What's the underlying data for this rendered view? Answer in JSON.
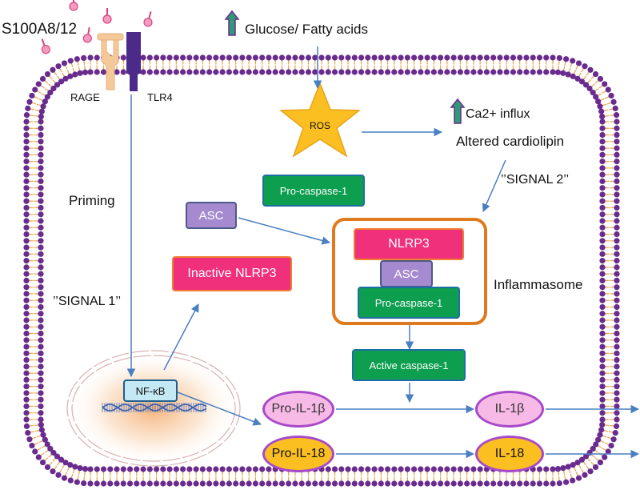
{
  "ligand": "S100A8/12",
  "receptors": {
    "rage": "RAGE",
    "tlr4": "TLR4"
  },
  "metabolic": {
    "glucose_label": "Glucose/ Fatty acids",
    "ca_label": "Ca2+ influx",
    "cardiolipin": "Altered cardiolipin"
  },
  "ros": "ROS",
  "signals": {
    "priming": "Priming",
    "signal1": "’’SIGNAL 1’’",
    "signal2": "’’SIGNAL 2’’"
  },
  "proteins": {
    "pro_caspase_free": "Pro-caspase-1",
    "asc_free": "ASC",
    "inactive_nlrp3": "Inactive NLRP3",
    "active_caspase": "Active caspase-1",
    "nfkb": "NF-κB"
  },
  "inflammasome": {
    "nlrp3": "NLRP3",
    "asc": "ASC",
    "pro_caspase": "Pro-caspase-1",
    "label": "Inflammasome"
  },
  "cytokines": {
    "pro_il1b": "Pro-IL-1β",
    "il1b": "IL-1β",
    "pro_il18": "Pro-IL-18",
    "il18": "IL-18"
  },
  "colors": {
    "membrane": "#6a2b8e",
    "membrane_tail": "#e8a34a",
    "arrow": "#4a7fc1",
    "green_box": "#0d9e4f",
    "pink_box": "#f0307a",
    "purple_box": "#a68ad0",
    "inflammasome_border": "#e07a1f",
    "ros_star": "#fbbf22",
    "up_arrow": "#2e9b77"
  }
}
